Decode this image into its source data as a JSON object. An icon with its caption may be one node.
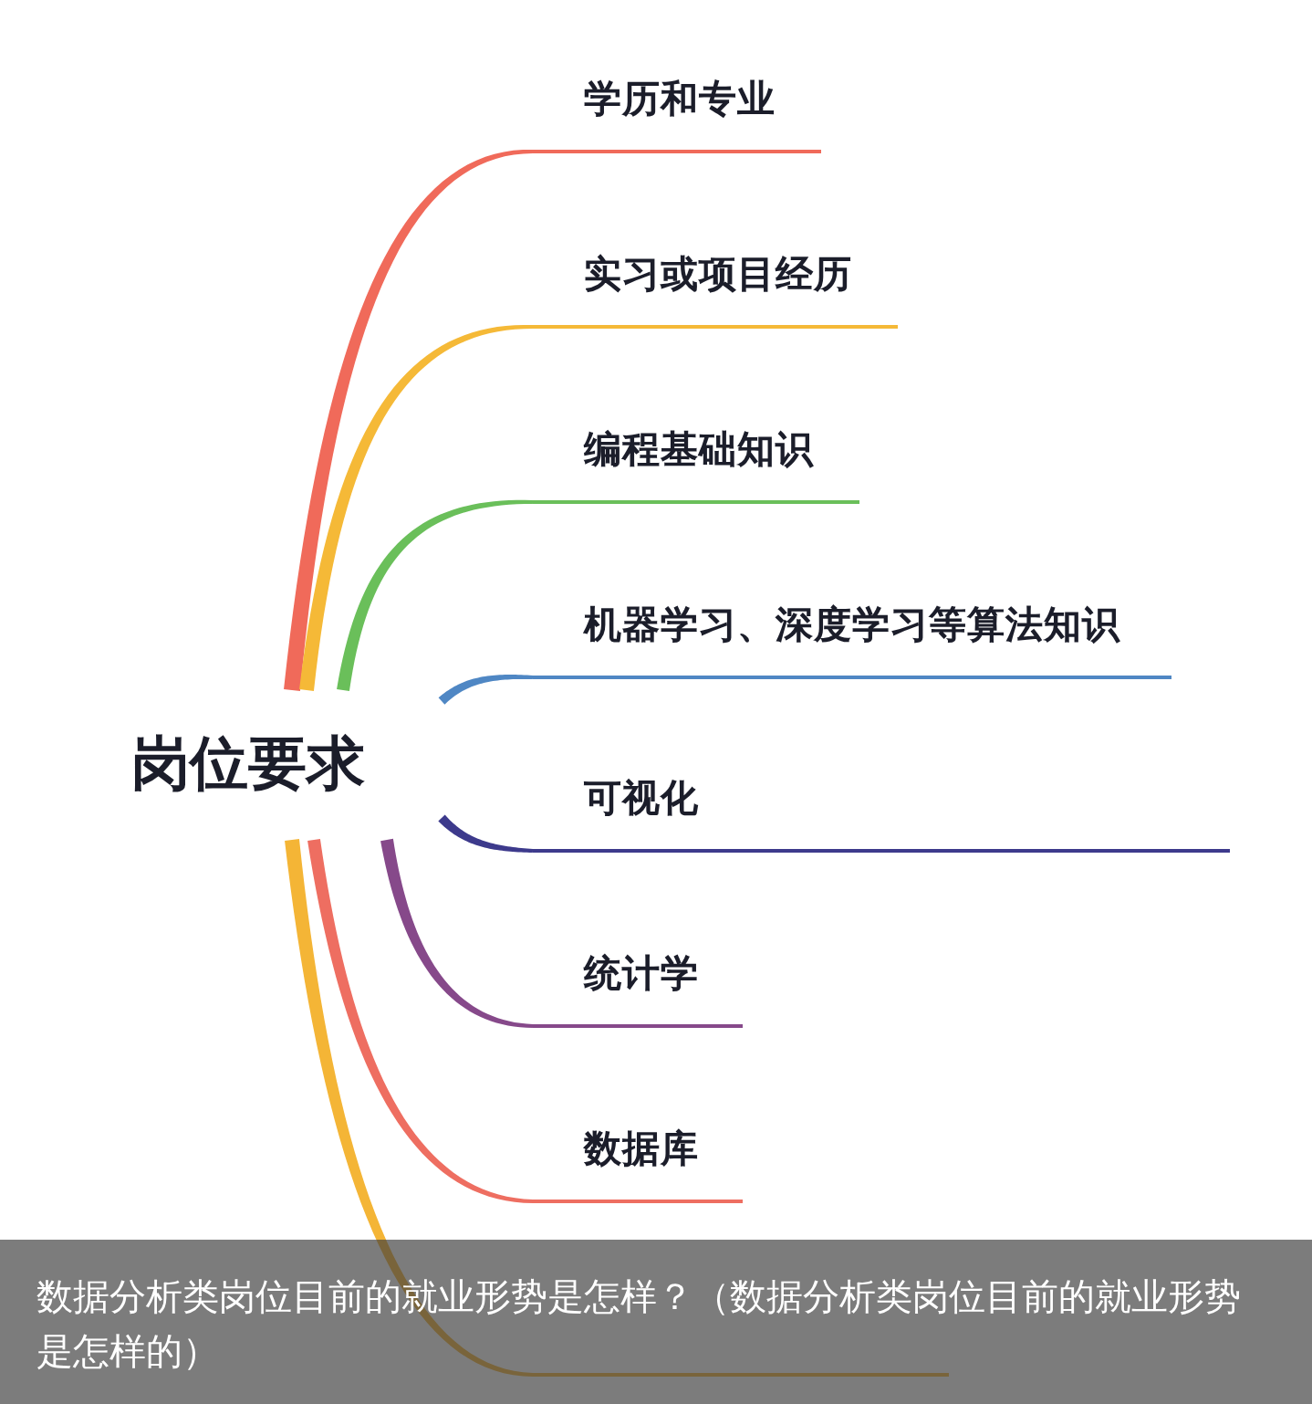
{
  "diagram": {
    "caption": "数据分析类岗位目前的就业形势是怎样？（数据分析类岗位目前的就业形势是怎样的）",
    "nodes": [
      {
        "text": [
          "岗位要求"
        ]
      },
      {
        "text": [
          "学历和专业"
        ]
      },
      {
        "text": [
          "实习或项目经历"
        ]
      },
      {
        "text": [
          "编程基础知识"
        ]
      },
      {
        "text": [
          "机器学习、深度学习等算法知识"
        ]
      },
      {
        "text": [
          "可视化"
        ]
      },
      {
        "text": [
          "统计学"
        ]
      },
      {
        "text": [
          "数据库"
        ]
      },
      {
        "text": [],
        "shape": "line"
      }
    ],
    "edges": [
      {
        "from": 0,
        "to": 1,
        "arrow": "none",
        "color": "#f06a5a"
      },
      {
        "from": 0,
        "to": 2,
        "arrow": "none",
        "color": "#f5b937"
      },
      {
        "from": 0,
        "to": 3,
        "arrow": "none",
        "color": "#6abf5a"
      },
      {
        "from": 0,
        "to": 4,
        "arrow": "none",
        "color": "#4f87c4"
      },
      {
        "from": 0,
        "to": 5,
        "arrow": "none",
        "color": "#3d3a8c"
      },
      {
        "from": 0,
        "to": 6,
        "arrow": "none",
        "color": "#86498a"
      },
      {
        "from": 0,
        "to": 7,
        "arrow": "none",
        "color": "#ee6e61"
      },
      {
        "from": 0,
        "to": 8,
        "arrow": "none",
        "color": "#f4b536"
      }
    ]
  }
}
